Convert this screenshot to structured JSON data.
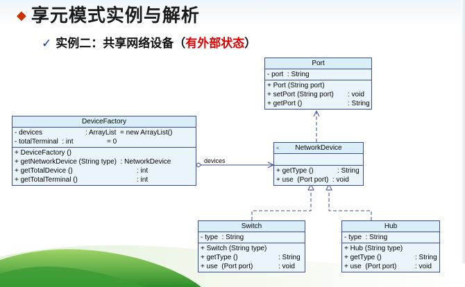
{
  "slide": {
    "title": "享元模式实例与解析",
    "subtitle_prefix": "实例二：共享网络设备（",
    "subtitle_highlight": "有外部状态",
    "subtitle_suffix": "）",
    "accent_color": "#e00000"
  },
  "diagram": {
    "classes": {
      "port": {
        "name": "Port",
        "attributes": [
          {
            "text": "- port  : String"
          }
        ],
        "operations": [
          {
            "text": "+ Port (String port)"
          },
          {
            "text": "+ setPort (String port)",
            "type": ": void"
          },
          {
            "text": "+ getPort ()",
            "type": ": String"
          }
        ]
      },
      "devicefactory": {
        "name": "DeviceFactory",
        "attributes": [
          {
            "text": "- devices",
            "type": ": ArrayList  = new ArrayList()"
          },
          {
            "text": "- totalTerminal  : int",
            "type": "= 0"
          }
        ],
        "operations": [
          {
            "text": "+ DeviceFactory ()"
          },
          {
            "text": "+ getNetworkDevice (String type)  : NetworkDevice"
          },
          {
            "text": "+ getTotalDevice ()",
            "type": ": int"
          },
          {
            "text": "+ getTotalTerminal ()",
            "type": ": int"
          }
        ]
      },
      "networkdevice": {
        "name": "NetworkDevice",
        "attributes": [],
        "operations": [
          {
            "text": "+ getType ()",
            "type": ": String"
          },
          {
            "text": "+ use  (Port port)  : void"
          }
        ]
      },
      "switch": {
        "name": "Switch",
        "attributes": [
          {
            "text": "- type  : String"
          }
        ],
        "operations": [
          {
            "text": "+ Switch (String type)"
          },
          {
            "text": "+ getType ()",
            "type": ": String"
          },
          {
            "text": "+ use  (Port port)",
            "type": ": void"
          }
        ]
      },
      "hub": {
        "name": "Hub",
        "attributes": [
          {
            "text": "- type  : String"
          }
        ],
        "operations": [
          {
            "text": "+ Hub (String type)"
          },
          {
            "text": "+ getType ()",
            "type": ": String"
          },
          {
            "text": "+ use  (Port port)",
            "type": ": void"
          }
        ]
      }
    },
    "association_label": "devices"
  }
}
